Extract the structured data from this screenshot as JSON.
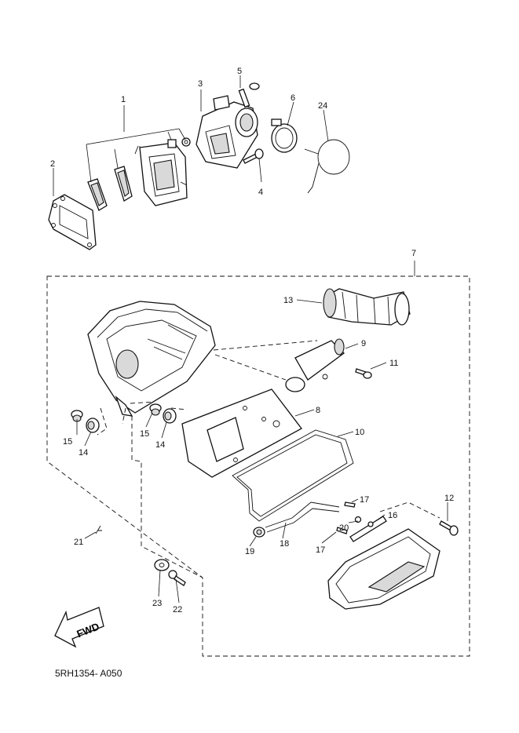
{
  "diagram": {
    "reference_code": "5RH1354- A050",
    "direction_label": "FWD",
    "callouts": [
      "1",
      "2",
      "3",
      "4",
      "5",
      "6",
      "24",
      "7",
      "13",
      "9",
      "11",
      "8",
      "10",
      "15",
      "14",
      "15",
      "14",
      "12",
      "17",
      "16",
      "20",
      "19",
      "18",
      "17",
      "21",
      "23",
      "22"
    ]
  }
}
